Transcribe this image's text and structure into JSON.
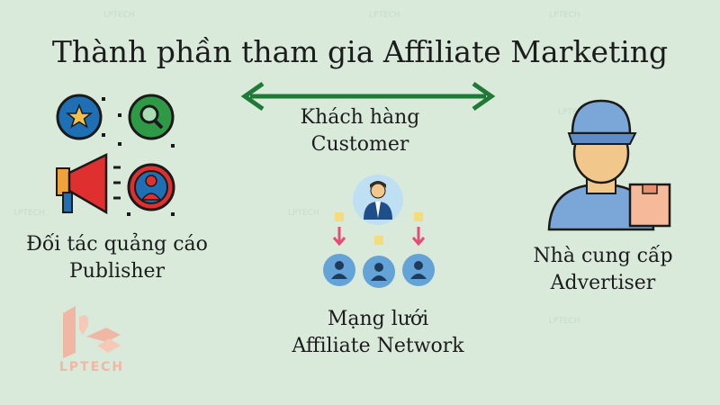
{
  "title": "Thành phần tham gia Affiliate Marketing",
  "publisher": {
    "line1": "Đối tác quảng cáo",
    "line2": "Publisher"
  },
  "customer": {
    "line1": "Khách hàng",
    "line2": "Customer"
  },
  "advertiser": {
    "line1": "Nhà cung cấp",
    "line2": "Advertiser"
  },
  "network": {
    "line1": "Mạng lưới",
    "line2": "Affiliate Network"
  },
  "logo": {
    "text": "LPTECH"
  },
  "colors": {
    "background": "#d9eadb",
    "arrow": "#1e7a36",
    "megaphone_red": "#e02f2f",
    "icon_blue": "#1f6fb5",
    "cap_blue": "#7aa6d8",
    "skin": "#f2c78b",
    "box": "#f6b99a",
    "network_blue": "#64a3d8",
    "square_yellow": "#f4dc7c",
    "arrow_pink": "#e64b75"
  }
}
